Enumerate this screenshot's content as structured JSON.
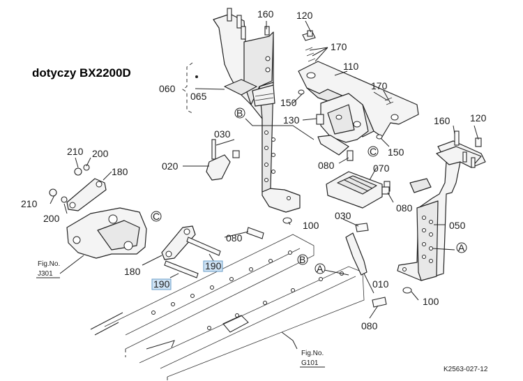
{
  "title": "dotyczy BX2200D",
  "parts": {
    "p010": "010",
    "p020": "020",
    "p030a": "030",
    "p030b": "030",
    "p050": "050",
    "p060": "060",
    "p065": "065",
    "p070": "070",
    "p080a": "080",
    "p080b": "080",
    "p080c": "080",
    "p080d": "080",
    "p100a": "100",
    "p100b": "100",
    "p110": "110",
    "p120a": "120",
    "p120b": "120",
    "p130": "130",
    "p150a": "150",
    "p150b": "150",
    "p160a": "160",
    "p160b": "160",
    "p170a": "170",
    "p170b": "170",
    "p180a": "180",
    "p180b": "180",
    "p190a": "190",
    "p190b": "190",
    "p200a": "200",
    "p200b": "200",
    "p210a": "210",
    "p210b": "210"
  },
  "callouts": {
    "A1": "A",
    "A2": "A",
    "B1": "B",
    "B2": "B",
    "C1": "C",
    "C2": "C"
  },
  "refs": {
    "fig_label_1": "Fig.No.",
    "fig_no_1": "J301",
    "fig_label_2": "Fig.No.",
    "fig_no_2": "G101"
  },
  "diagram_id": "K2563-027-12"
}
